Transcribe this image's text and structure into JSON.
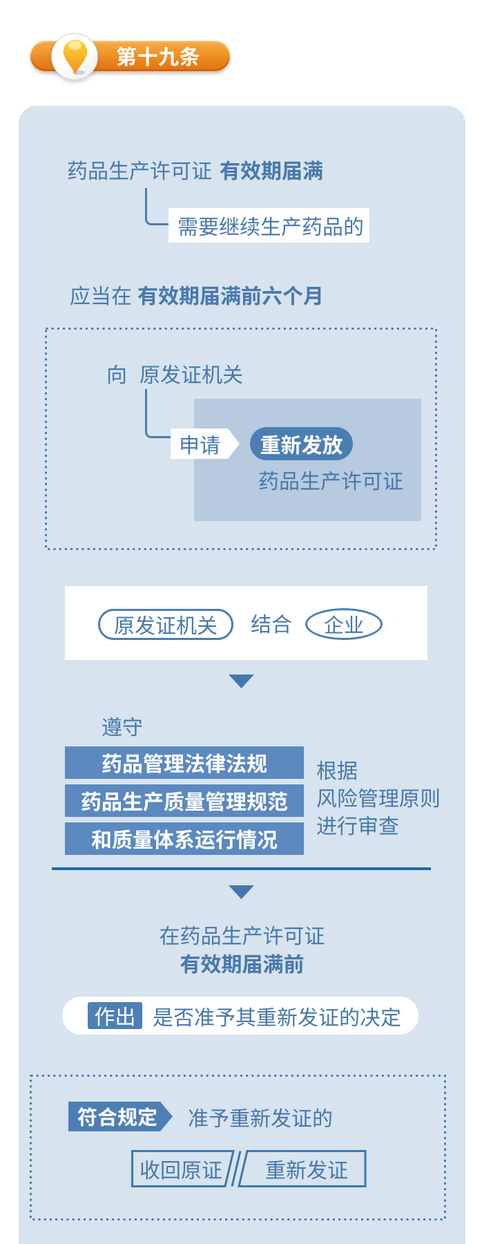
{
  "badge": {
    "article_label": "第十九条",
    "icon": "location-pin-icon"
  },
  "colors": {
    "accent_orange": "#ec8418",
    "panel_blue": "#d7e3ee",
    "inner_panel_blue": "#b7cadf",
    "solid_blue": "#4c7eb2",
    "bar_blue": "#5b89c0",
    "text_blue": "#4a7aab",
    "dotted_border_blue": "#2e6ba6"
  },
  "flow": {
    "step1": {
      "subject": "药品生产许可证",
      "subject_bold": "有效期届满",
      "callout": "需要继续生产药品的"
    },
    "step2": {
      "prefix": "应当在",
      "deadline_bold": "有效期届满前六个月"
    },
    "apply": {
      "to_label": "向",
      "authority": "原发证机关",
      "apply_tag": "申请",
      "action_pill": "重新发放",
      "object": "药品生产许可证"
    },
    "review": {
      "party1": "原发证机关",
      "connector": "结合",
      "party2": "企业"
    },
    "comply": {
      "heading": "遵守",
      "items": [
        "药品管理法律法规",
        "药品生产质量管理规范",
        "和质量体系运行情况"
      ],
      "note_line1": "根据",
      "note_line2": "风险管理原则",
      "note_line3": "进行审查"
    },
    "decision": {
      "line1": "在药品生产许可证",
      "line2_bold": "有效期届满前",
      "make_tag": "作出",
      "text": "是否准予其重新发证的决定"
    },
    "outcome": {
      "condition_tag": "符合规定",
      "condition_text": "准予重新发证的",
      "action1": "收回原证",
      "action2": "重新发证"
    }
  }
}
